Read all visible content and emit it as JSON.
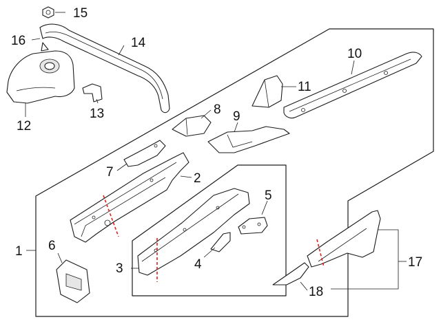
{
  "callouts": {
    "c1": "1",
    "c2": "2",
    "c3": "3",
    "c4": "4",
    "c5": "5",
    "c6": "6",
    "c7": "7",
    "c8": "8",
    "c9": "9",
    "c10": "10",
    "c11": "11",
    "c12": "12",
    "c13": "13",
    "c14": "14",
    "c15": "15",
    "c16": "16",
    "c17": "17",
    "c18": "18"
  },
  "colors": {
    "line": "#1a1a1a",
    "cut_line": "#e0201b",
    "background": "#ffffff"
  }
}
